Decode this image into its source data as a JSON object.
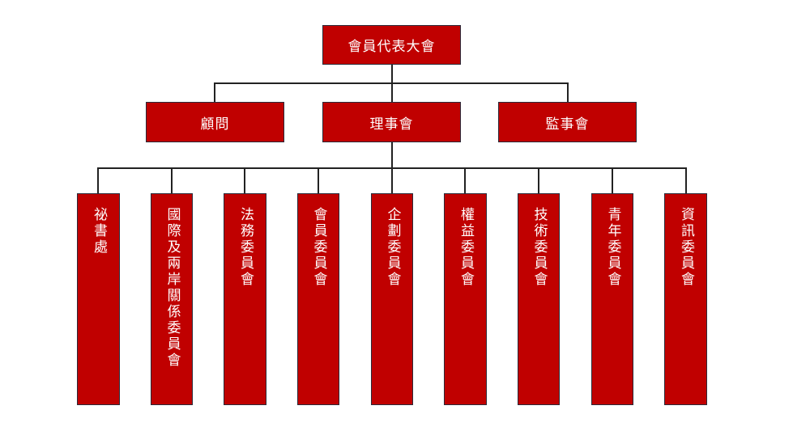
{
  "root": {
    "label": "會員代表大會"
  },
  "level2": [
    {
      "id": "advisor",
      "label": "顧問"
    },
    {
      "id": "board",
      "label": "理事會"
    },
    {
      "id": "supervisors",
      "label": "監事會"
    }
  ],
  "level3": [
    {
      "id": "secretariat",
      "label": "祕書處"
    },
    {
      "id": "intl",
      "label": "國際及兩岸關係委員會"
    },
    {
      "id": "legal",
      "label": "法務委員會"
    },
    {
      "id": "membership",
      "label": "會員委員會"
    },
    {
      "id": "planning",
      "label": "企劃委員會"
    },
    {
      "id": "rights",
      "label": "權益委員會"
    },
    {
      "id": "technical",
      "label": "技術委員會"
    },
    {
      "id": "youth",
      "label": "青年委員會"
    },
    {
      "id": "it",
      "label": "資訊委員會"
    }
  ],
  "colors": {
    "box_fill": "#c00000",
    "box_border": "#2b2b3a",
    "text": "#ffffff",
    "line": "#222222"
  }
}
